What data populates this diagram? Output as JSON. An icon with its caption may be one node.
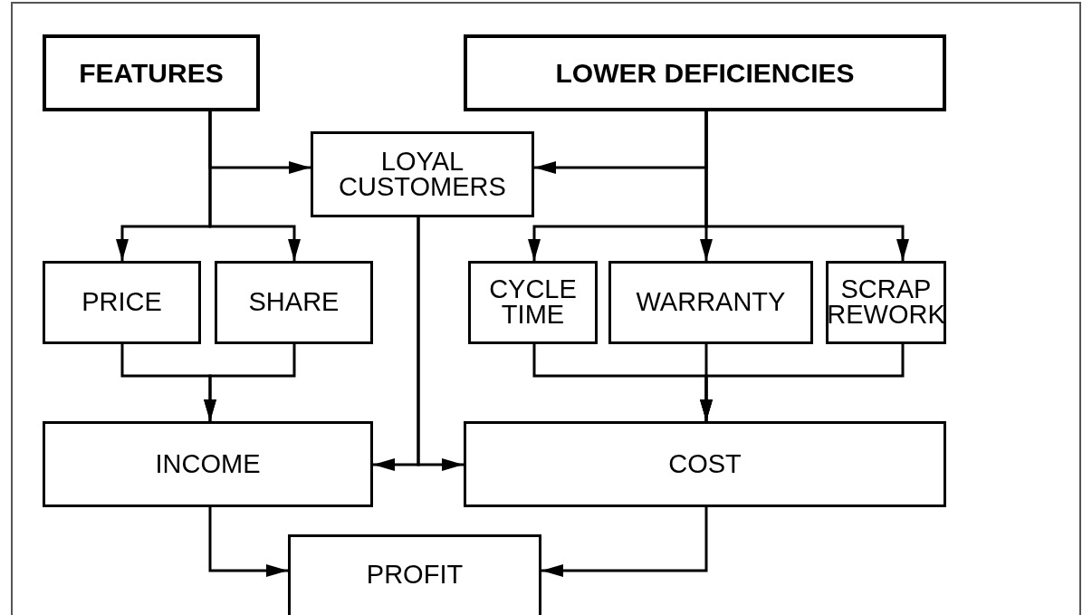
{
  "diagram": {
    "nodes": [
      {
        "text": [
          "FEATURES"
        ]
      },
      {
        "text": [
          "LOWER DEFICIENCIES"
        ]
      },
      {
        "text": [
          "LOYAL CUSTOMERS"
        ]
      },
      {
        "text": [
          "PRICE"
        ]
      },
      {
        "text": [
          "SHARE"
        ]
      },
      {
        "text": [
          "CYCLE TIME"
        ]
      },
      {
        "text": [
          "WARRANTY"
        ]
      },
      {
        "text": [
          "SCRAP REWORK"
        ]
      },
      {
        "text": [
          "INCOME"
        ]
      },
      {
        "text": [
          "COST"
        ]
      },
      {
        "text": [
          "PROFIT"
        ]
      }
    ],
    "edges": [
      {
        "from": 0,
        "to": 2,
        "arrow": "to"
      },
      {
        "from": 0,
        "to": 3,
        "arrow": "to"
      },
      {
        "from": 0,
        "to": 4,
        "arrow": "to"
      },
      {
        "from": 1,
        "to": 2,
        "arrow": "to"
      },
      {
        "from": 1,
        "to": 5,
        "arrow": "to"
      },
      {
        "from": 1,
        "to": 6,
        "arrow": "to"
      },
      {
        "from": 1,
        "to": 7,
        "arrow": "to"
      },
      {
        "from": 3,
        "to": 8,
        "arrow": "to"
      },
      {
        "from": 4,
        "to": 8,
        "arrow": "to"
      },
      {
        "from": 5,
        "to": 9,
        "arrow": "to"
      },
      {
        "from": 6,
        "to": 9,
        "arrow": "to"
      },
      {
        "from": 7,
        "to": 9,
        "arrow": "to"
      },
      {
        "from": 2,
        "to": 8,
        "arrow": "to"
      },
      {
        "from": 2,
        "to": 9,
        "arrow": "to"
      },
      {
        "from": 8,
        "to": 10,
        "arrow": "to"
      },
      {
        "from": 9,
        "to": 10,
        "arrow": "to"
      }
    ]
  }
}
